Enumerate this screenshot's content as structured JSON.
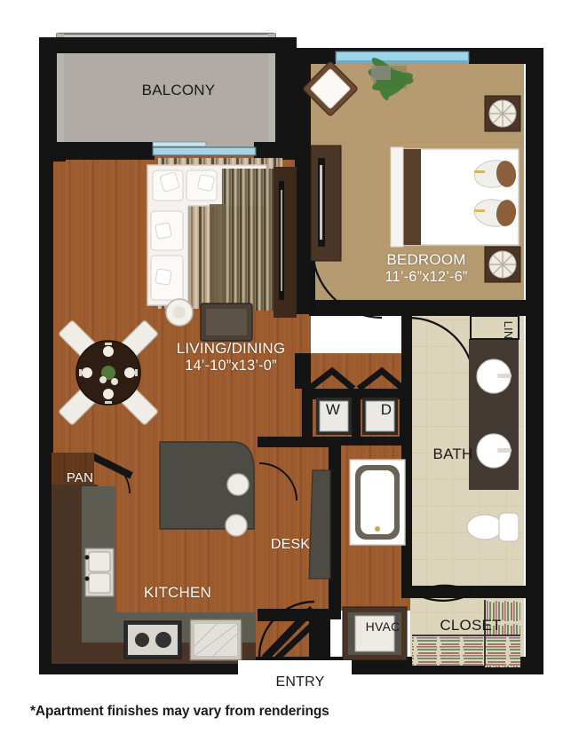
{
  "document": {
    "type": "apartment-floor-plan",
    "footnote": "*Apartment finishes may vary from renderings"
  },
  "palette": {
    "wall": "#141414",
    "wood_floor": "#9d5c2f",
    "wood_floor_dark": "#6a3a1c",
    "carpet": "#b69a70",
    "tile": "#ddd4bc",
    "balcony": "#b1aba5",
    "counter_dark": "#5d5c52",
    "cabinet_brown": "#4d3526",
    "vanity_dark": "#4a4038",
    "white_fixture": "#ffffff",
    "glass_blue": "#9dd4e8",
    "label_light": "#ffffff",
    "label_dark": "#1a1a1a",
    "page_bg": "#ffffff"
  },
  "rooms": [
    {
      "id": "balcony",
      "label": "BALCONY",
      "dimension": "",
      "floor": "concrete",
      "label_color": "dark"
    },
    {
      "id": "bedroom",
      "label": "BEDROOM",
      "dimension": "11’-6”x12’-6”",
      "floor": "carpet",
      "label_color": "light"
    },
    {
      "id": "living-dining",
      "label": "LIVING/DINING",
      "dimension": "14’-10”x13’-0”",
      "floor": "wood",
      "label_color": "light"
    },
    {
      "id": "kitchen",
      "label": "KITCHEN",
      "dimension": "",
      "floor": "wood",
      "label_color": "light"
    },
    {
      "id": "desk",
      "label": "DESK",
      "dimension": "",
      "floor": "wood",
      "label_color": "light"
    },
    {
      "id": "pantry",
      "label": "PAN",
      "dimension": "",
      "floor": "wood",
      "label_color": "light"
    },
    {
      "id": "bath",
      "label": "BATH",
      "dimension": "",
      "floor": "tile",
      "label_color": "dark"
    },
    {
      "id": "closet",
      "label": "CLOSET",
      "dimension": "",
      "floor": "tile",
      "label_color": "dark"
    },
    {
      "id": "linen",
      "label": "LIN",
      "dimension": "",
      "floor": "tile",
      "label_color": "dark"
    },
    {
      "id": "hvac",
      "label": "HVAC",
      "dimension": "",
      "floor": "wood",
      "label_color": "dark"
    },
    {
      "id": "entry",
      "label": "ENTRY",
      "dimension": "",
      "floor": "wood",
      "label_color": "dark"
    }
  ],
  "appliances": {
    "washer_label": "W",
    "dryer_label": "D"
  },
  "fixtures": [
    "sectional-sofa",
    "coffee-table",
    "area-rug",
    "media-console",
    "round-dining-table",
    "dining-chair",
    "queen-bed",
    "nightstand",
    "dresser",
    "accent-chair",
    "plant",
    "kitchen-island",
    "bar-stool",
    "double-sink",
    "range",
    "dishwasher",
    "refrigerator",
    "bathtub",
    "toilet",
    "vanity-sink",
    "washer",
    "dryer",
    "water-heater",
    "closet-shelving"
  ]
}
